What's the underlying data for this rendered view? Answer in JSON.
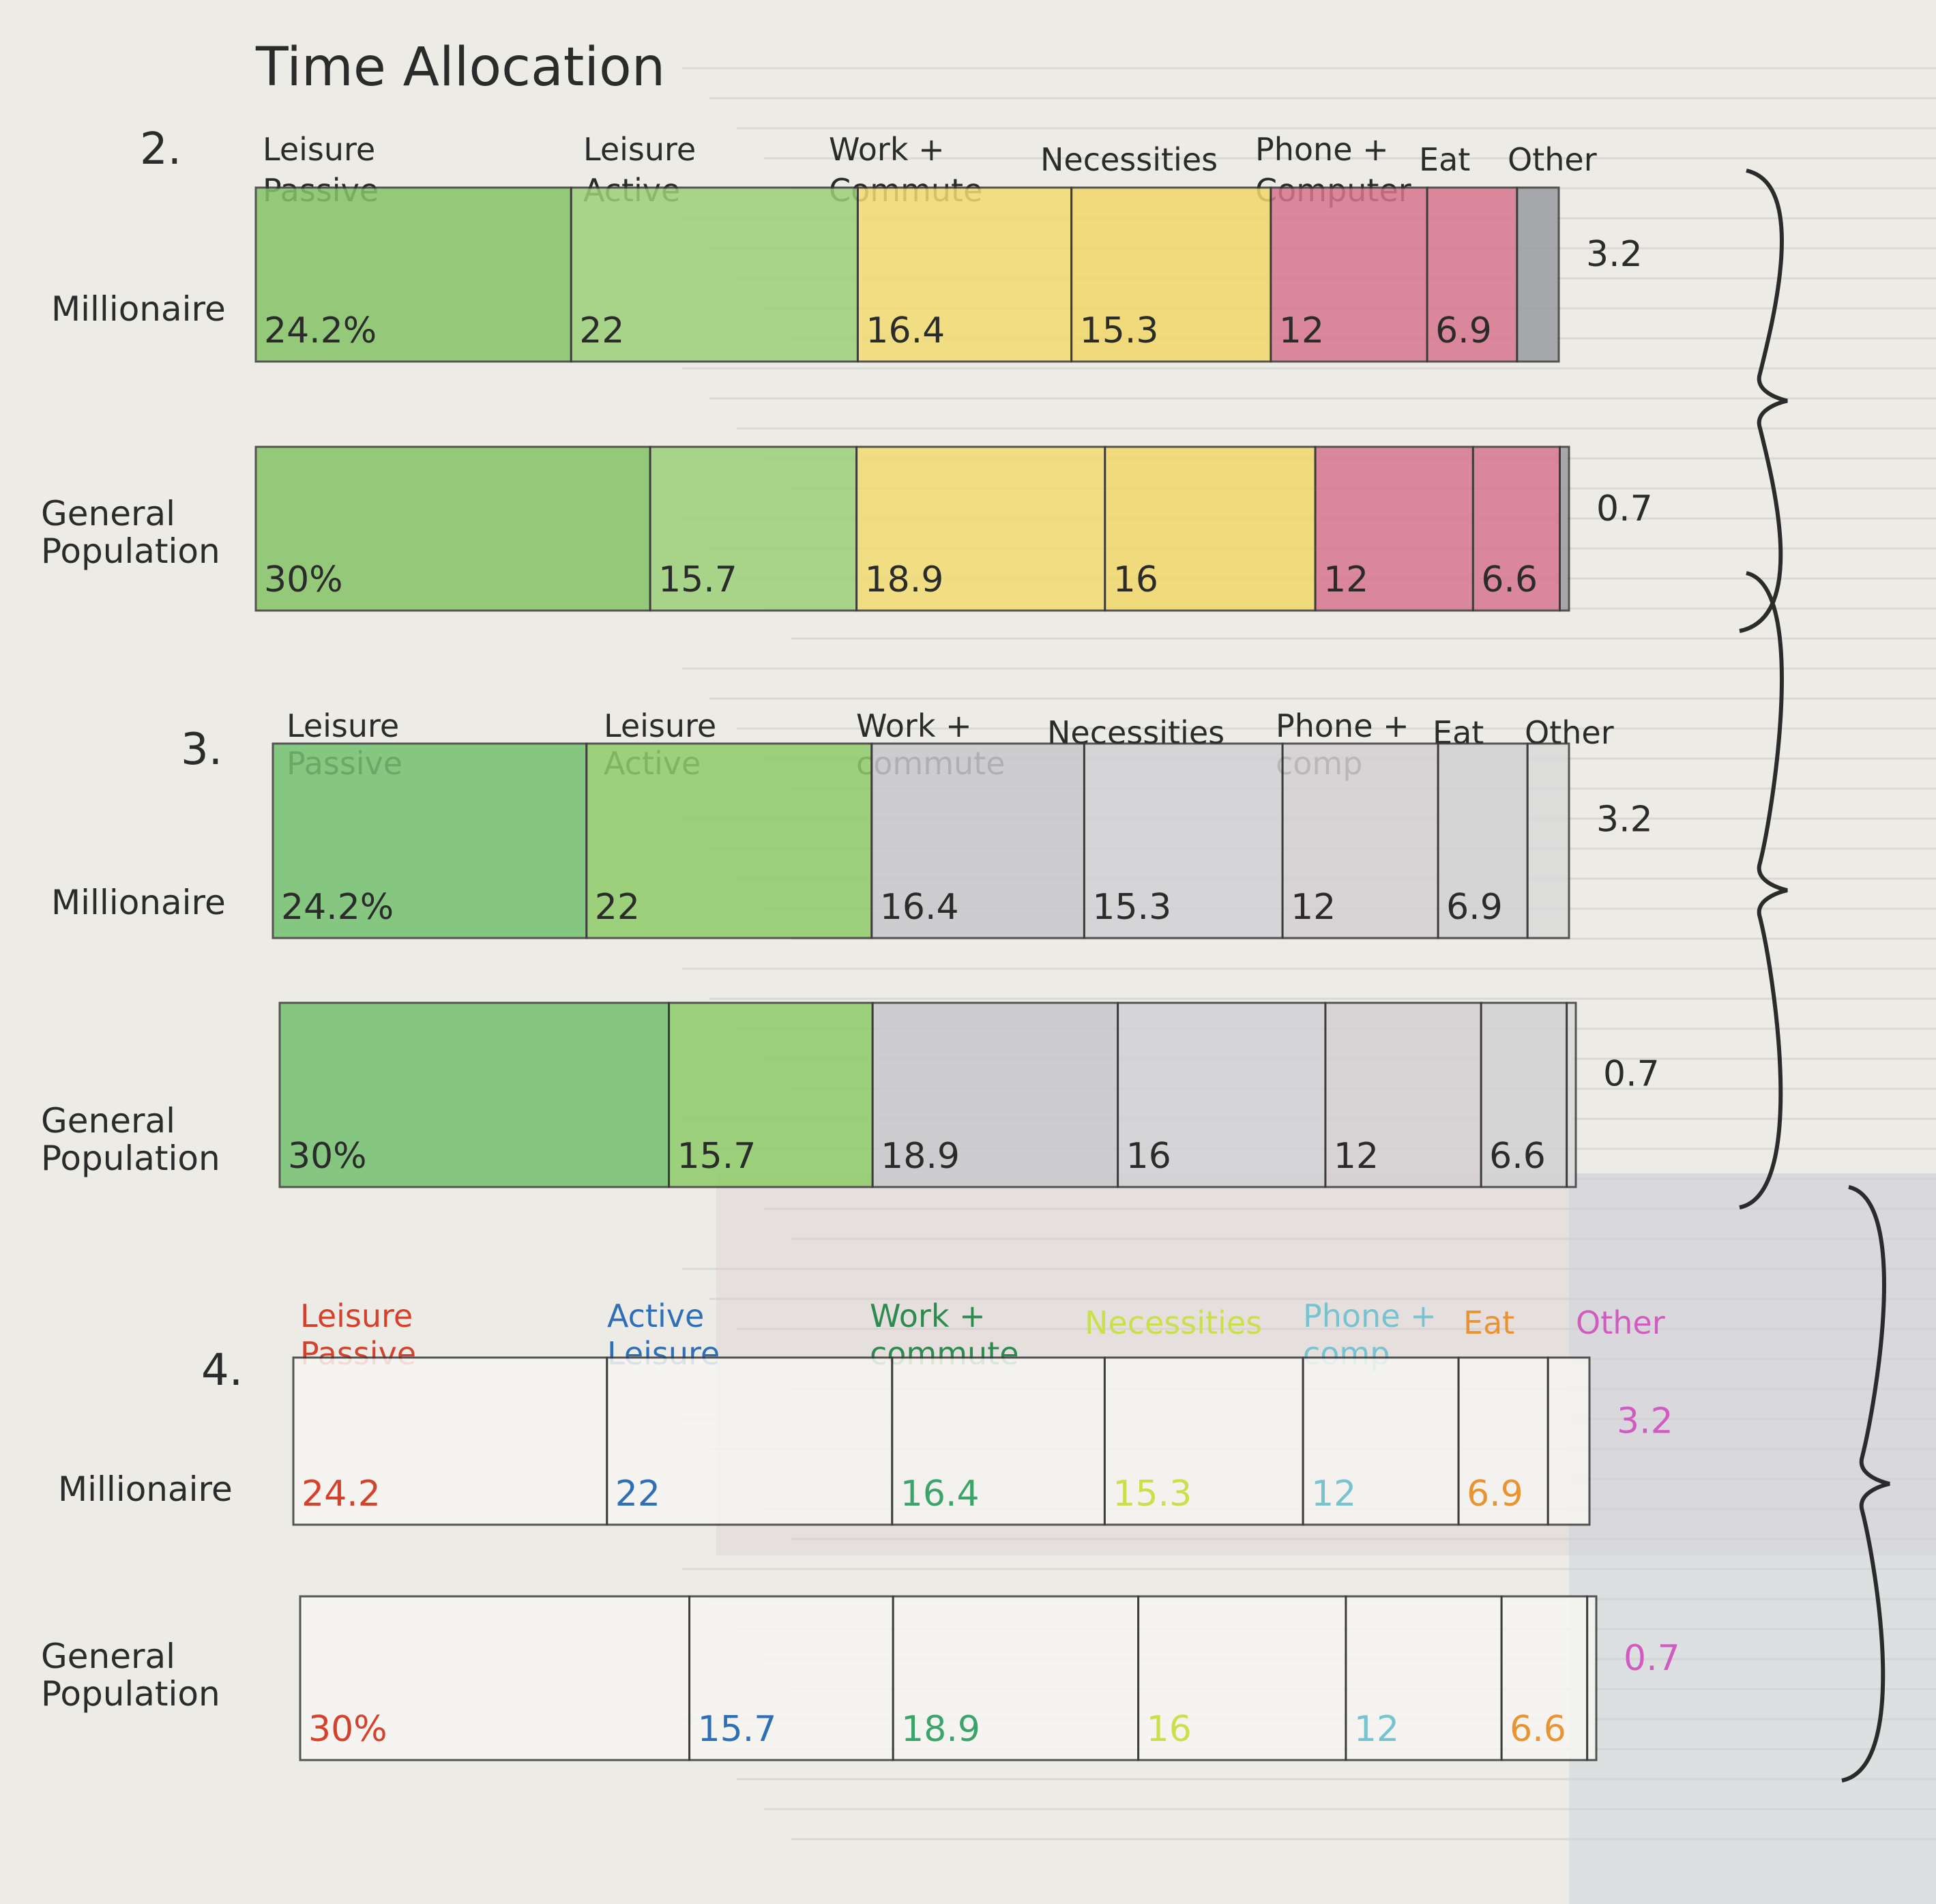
{
  "title": "Time Allocation",
  "chart_data": [
    {
      "type": "bar",
      "stacked": true,
      "orientation": "horizontal",
      "number_label": "2.",
      "category_labels": [
        "Leisure Passive",
        "Leisure Active",
        "Work + Commute",
        "Necessities",
        "Phone + Computer",
        "Eat",
        "Other"
      ],
      "category_colors": [
        "#86c468",
        "#9cd078",
        "#f2dc72",
        "#f1d86a",
        "#d7768e",
        "#d7768e",
        "#9a9ca0"
      ],
      "category_label_colors": [
        "#2b2b2b",
        "#2b2b2b",
        "#2b2b2b",
        "#2b2b2b",
        "#2b2b2b",
        "#2b2b2b",
        "#2b2b2b"
      ],
      "value_label_colors": [
        "#2b2b2b",
        "#2b2b2b",
        "#2b2b2b",
        "#2b2b2b",
        "#2b2b2b",
        "#2b2b2b",
        "#2b2b2b"
      ],
      "rows": [
        {
          "name": "Millionaire",
          "values": [
            24.2,
            22,
            16.4,
            15.3,
            12,
            6.9,
            3.2
          ],
          "labels": [
            "24.2%",
            "22",
            "16.4",
            "15.3",
            "12",
            "6.9",
            "3.2"
          ]
        },
        {
          "name": "General Population",
          "values": [
            30,
            15.7,
            18.9,
            16,
            12,
            6.6,
            0.7
          ],
          "labels": [
            "30%",
            "15.7",
            "18.9",
            "16",
            "12",
            "6.6",
            "0.7"
          ]
        }
      ]
    },
    {
      "type": "bar",
      "stacked": true,
      "orientation": "horizontal",
      "number_label": "3.",
      "category_labels": [
        "Leisure Passive",
        "Leisure Active",
        "Work + commute",
        "Necessities",
        "Phone + comp",
        "Eat",
        "Other"
      ],
      "category_colors": [
        "#74c070",
        "#8fcc68",
        "#c8c8cc",
        "#d1d1d4",
        "#d5cfd2",
        "#d2d2d4",
        "#dadada"
      ],
      "category_label_colors": [
        "#2b2b2b",
        "#2b2b2b",
        "#2b2b2b",
        "#2b2b2b",
        "#2b2b2b",
        "#2b2b2b",
        "#2b2b2b"
      ],
      "value_label_colors": [
        "#2b2b2b",
        "#2b2b2b",
        "#2b2b2b",
        "#2b2b2b",
        "#2b2b2b",
        "#2b2b2b",
        "#2b2b2b"
      ],
      "rows": [
        {
          "name": "Millionaire",
          "values": [
            24.2,
            22,
            16.4,
            15.3,
            12,
            6.9,
            3.2
          ],
          "labels": [
            "24.2%",
            "22",
            "16.4",
            "15.3",
            "12",
            "6.9",
            "3.2"
          ]
        },
        {
          "name": "General Population",
          "values": [
            30,
            15.7,
            18.9,
            16,
            12,
            6.6,
            0.7
          ],
          "labels": [
            "30%",
            "15.7",
            "18.9",
            "16",
            "12",
            "6.6",
            "0.7"
          ]
        }
      ]
    },
    {
      "type": "bar",
      "stacked": true,
      "orientation": "horizontal",
      "number_label": "4.",
      "category_labels": [
        "Leisure Passive",
        "Active Leisure",
        "Work + commute",
        "Necessities",
        "Phone + comp",
        "Eat",
        "Other"
      ],
      "category_colors": [
        "#f7f6f2",
        "#f7f6f2",
        "#f7f6f2",
        "#f7f6f2",
        "#f7f6f2",
        "#f7f6f2",
        "#f7f6f2"
      ],
      "category_label_colors": [
        "#d6412b",
        "#2f6fb8",
        "#2e8b50",
        "#c9e04a",
        "#77c3cf",
        "#e99331",
        "#d05cc0"
      ],
      "value_label_colors": [
        "#d6412b",
        "#2f6fb8",
        "#3aa46a",
        "#c9e04a",
        "#77c3cf",
        "#e99331",
        "#d05cc0"
      ],
      "rows": [
        {
          "name": "Millionaire",
          "values": [
            24.2,
            22,
            16.4,
            15.3,
            12,
            6.9,
            3.2
          ],
          "labels": [
            "24.2",
            "22",
            "16.4",
            "15.3",
            "12",
            "6.9",
            "3.2"
          ]
        },
        {
          "name": "General Population",
          "values": [
            30,
            15.7,
            18.9,
            16,
            12,
            6.6,
            0.7
          ],
          "labels": [
            "30%",
            "15.7",
            "18.9",
            "16",
            "12",
            "6.6",
            "0.7"
          ]
        }
      ]
    }
  ]
}
